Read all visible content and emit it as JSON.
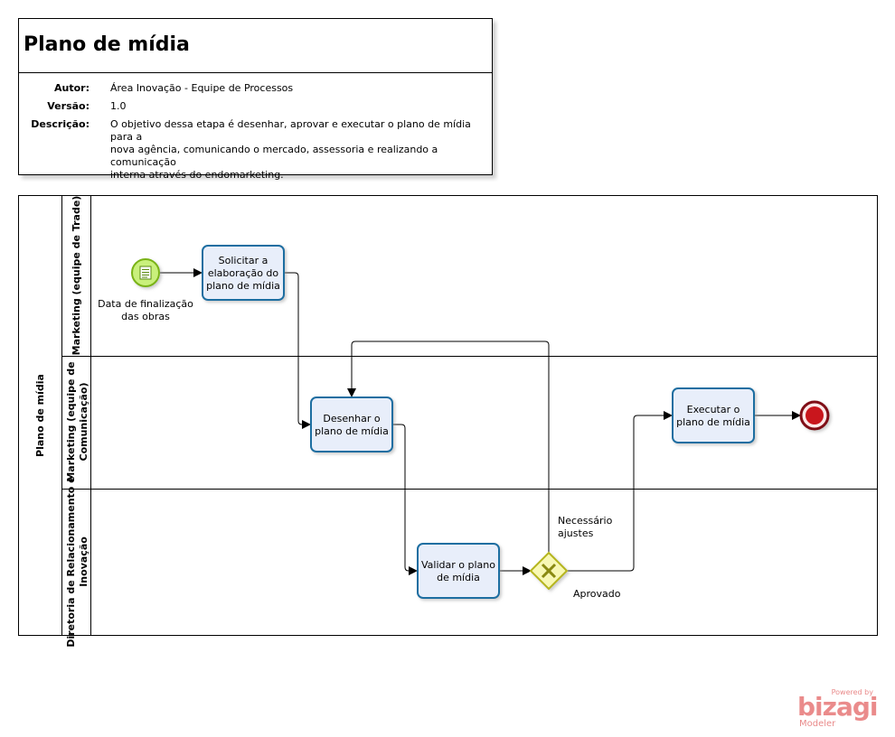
{
  "header": {
    "title": "Plano de mídia",
    "author_label": "Autor:",
    "author_value": "Área Inovação - Equipe de Processos",
    "version_label": "Versão:",
    "version_value": "1.0",
    "description_label": "Descrição:",
    "description_lines": [
      "O objetivo dessa etapa é desenhar, aprovar e executar o plano de mídia para a",
      "nova agência, comunicando o mercado, assessoria e realizando a comunicação",
      "interna através do endomarketing."
    ]
  },
  "pool": {
    "name": "Plano de mídia",
    "lanes": [
      {
        "lines": [
          "Marketing (equipe de Trade)"
        ]
      },
      {
        "lines": [
          "Marketing (equipe de",
          "Comunicação)"
        ]
      },
      {
        "lines": [
          "Diretoria de Relacionamento e",
          "Inovação"
        ]
      }
    ]
  },
  "elements": {
    "start_event_label": [
      "Data de finalização",
      "das obras"
    ],
    "task_solicitar": [
      "Solicitar a",
      "elaboração do",
      "plano de mídia"
    ],
    "task_desenhar": [
      "Desenhar o",
      "plano de mídia"
    ],
    "task_validar": [
      "Validar o plano",
      "de mídia"
    ],
    "task_executar": [
      "Executar o",
      "plano de mídia"
    ],
    "label_ajustes": [
      "Necessário",
      "ajustes"
    ],
    "label_aprovado": "Aprovado"
  },
  "colors": {
    "task_fill": "#e8eefa",
    "task_stroke": "#1f6ea1",
    "start_fill": "#c9f07b",
    "start_stroke": "#7ab317",
    "end_fill": "#c9161d",
    "end_stroke": "#7f0d12",
    "gateway_fill": "#f8f8b4",
    "gateway_stroke": "#b5b51e",
    "brand": "#ea8b8b"
  },
  "branding": {
    "powered": "Powered by",
    "name": "bizagi",
    "sub": "Modeler"
  }
}
